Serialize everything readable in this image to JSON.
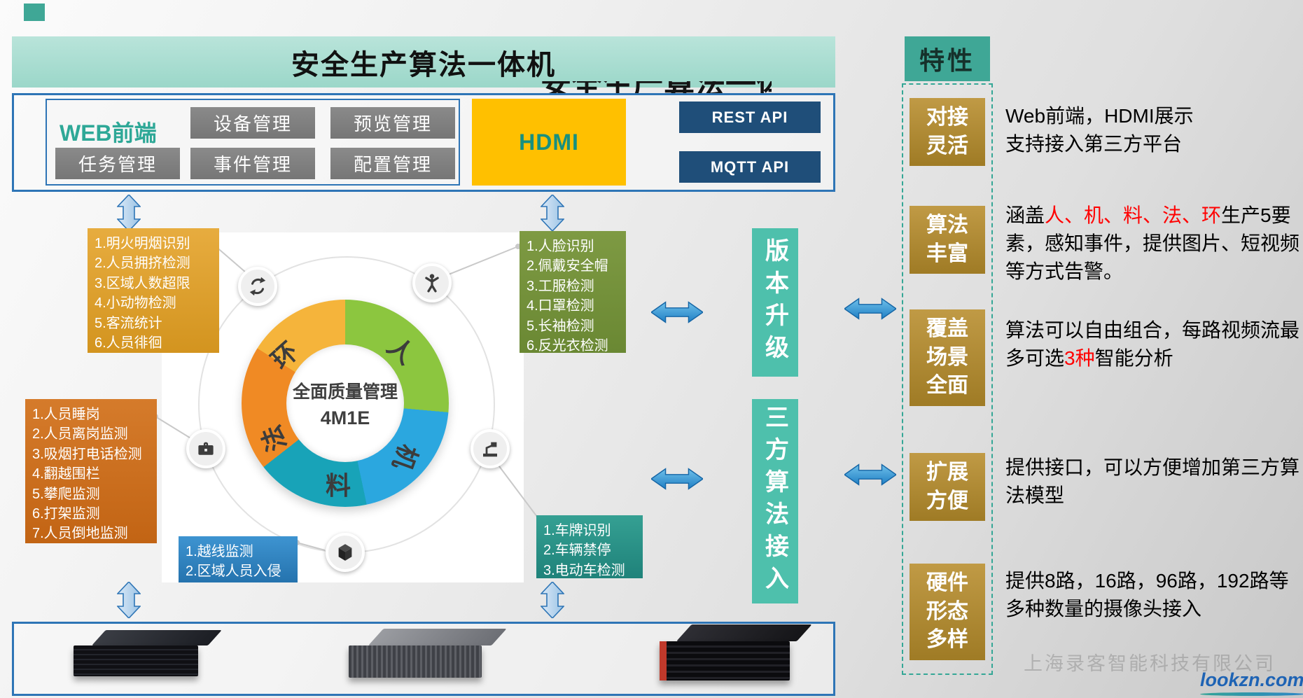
{
  "page": {
    "title": "安全生产算法一体机",
    "obscured_title": "安全生产算法一体机"
  },
  "top_panel": {
    "web_label": "WEB前端",
    "buttons": [
      "设备管理",
      "预览管理",
      "任务管理",
      "事件管理",
      "配置管理"
    ],
    "hdmi_label": "HDMI",
    "api_buttons": [
      "REST API",
      "MQTT API"
    ]
  },
  "center": {
    "core_title": "全面质量管理",
    "core_subtitle": "4M1E",
    "ring_labels": [
      "环",
      "人",
      "机",
      "料",
      "法"
    ],
    "node_icons": [
      "recycle-icon",
      "person-icon",
      "machine-icon",
      "cube-icon",
      "toolbox-icon"
    ]
  },
  "algorithm_lists": {
    "top_left": {
      "items": [
        "1.明火明烟识别",
        "2.人员拥挤检测",
        "3.区域人数超限",
        "4.小动物检测",
        "5.客流统计",
        "6.人员徘徊"
      ]
    },
    "top_right": {
      "items": [
        "1.人脸识别",
        "2.佩戴安全帽",
        "3.工服检测",
        "4.口罩检测",
        "5.长袖检测",
        "6.反光衣检测"
      ]
    },
    "left": {
      "items": [
        "1.人员睡岗",
        "2.人员离岗监测",
        "3.吸烟打电话检测",
        "4.翻越围栏",
        "5.攀爬监测",
        "6.打架监测",
        "7.人员倒地监测"
      ]
    },
    "bottom": {
      "items": [
        "1.越线监测",
        "2.区域人员入侵"
      ]
    },
    "bottom_right": {
      "items": [
        "1.车牌识别",
        "2.车辆禁停",
        "3.电动车检测"
      ]
    }
  },
  "side_labels": {
    "version_upgrade": "版本升级",
    "third_party_access": "三方算法接入"
  },
  "features": {
    "header": "特性",
    "items": [
      {
        "label": "对接灵活",
        "desc": [
          {
            "text": "Web前端，HDMI展示"
          },
          {
            "text": "支持接入第三方平台",
            "br": true
          }
        ]
      },
      {
        "label": "算法丰富",
        "desc": [
          {
            "text": "涵盖"
          },
          {
            "text": "人、机、料、法、环",
            "red": true
          },
          {
            "text": "生产5要素，感知事件，提供图片、短视频等方式告警。"
          }
        ]
      },
      {
        "label": "覆盖场景全面",
        "desc": [
          {
            "text": "算法可以自由组合，每路视频流最多可选"
          },
          {
            "text": "3种",
            "red": true
          },
          {
            "text": "智能分析"
          }
        ]
      },
      {
        "label": "扩展方便",
        "desc": [
          {
            "text": "提供接口，可以方便增加第三方算法模型"
          }
        ]
      },
      {
        "label": "硬件形态多样",
        "desc": [
          {
            "text": "提供8路，16路，96路，192路等多种数量的摄像头接入"
          }
        ]
      }
    ]
  },
  "watermark": {
    "company": "上海录客智能科技有限公司",
    "logo": "lookzn.com"
  },
  "palette": {
    "teal": "#3FA796",
    "mint_header": "#A5DBCE",
    "blue_border": "#2E75B6",
    "gray_button": "#7F7F7F",
    "hdmi_yellow": "#FFC000",
    "api_navy": "#1F4E79",
    "feature_gold": "#AD8530",
    "red_highlight": "#FF0000"
  }
}
